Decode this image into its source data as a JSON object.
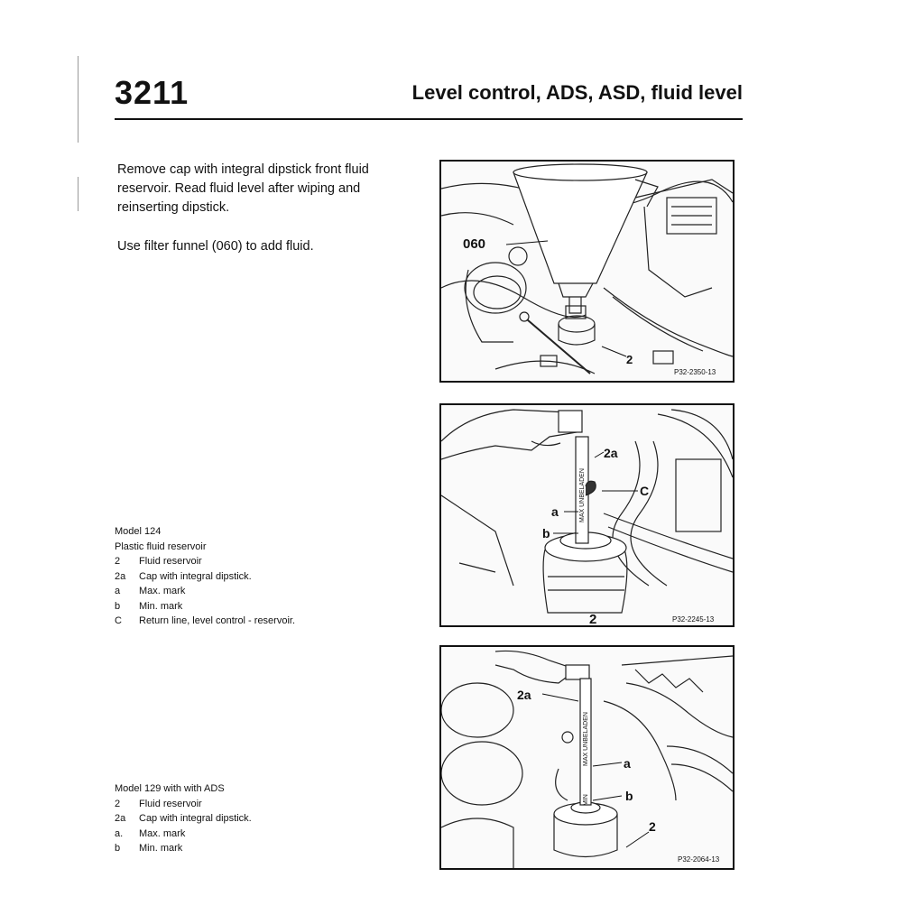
{
  "header": {
    "page_number": "3211",
    "title": "Level control, ADS, ASD, fluid level"
  },
  "instructions": {
    "paragraph_1": "Remove cap with integral dipstick front fluid reservoir. Read fluid level after wiping and reinserting dipstick.",
    "paragraph_2": "Use filter funnel (060) to add fluid."
  },
  "figure_1": {
    "ref": "P32-2350-13",
    "labels": {
      "funnel": "060",
      "reservoir": "2"
    }
  },
  "figure_2": {
    "ref": "P32-2245-13",
    "labels": {
      "cap": "2a",
      "return_line": "C",
      "max": "a",
      "min": "b",
      "reservoir": "2"
    },
    "dipstick_text": "MAX UNBELADEN"
  },
  "figure_3": {
    "ref": "P32-2064-13",
    "labels": {
      "cap": "2a",
      "max": "a",
      "min": "b",
      "reservoir": "2"
    },
    "dipstick_text_max": "MAX UNBELADEN",
    "dipstick_text_min": "MIN"
  },
  "caption_model_124": {
    "title": "Model 124",
    "subtitle": "Plastic fluid reservoir",
    "items": [
      {
        "key": "2",
        "text": "Fluid reservoir"
      },
      {
        "key": "2a",
        "text": "Cap with integral dipstick."
      },
      {
        "key": "a",
        "text": "Max. mark"
      },
      {
        "key": "b",
        "text": "Min. mark"
      },
      {
        "key": "C",
        "text": "Return line, level control - reservoir."
      }
    ]
  },
  "caption_model_129": {
    "title": "Model 129 with with ADS",
    "items": [
      {
        "key": "2",
        "text": "Fluid reservoir"
      },
      {
        "key": "2a",
        "text": "Cap with integral dipstick."
      },
      {
        "key": "a.",
        "text": "Max. mark"
      },
      {
        "key": "b",
        "text": "Min. mark"
      }
    ]
  }
}
